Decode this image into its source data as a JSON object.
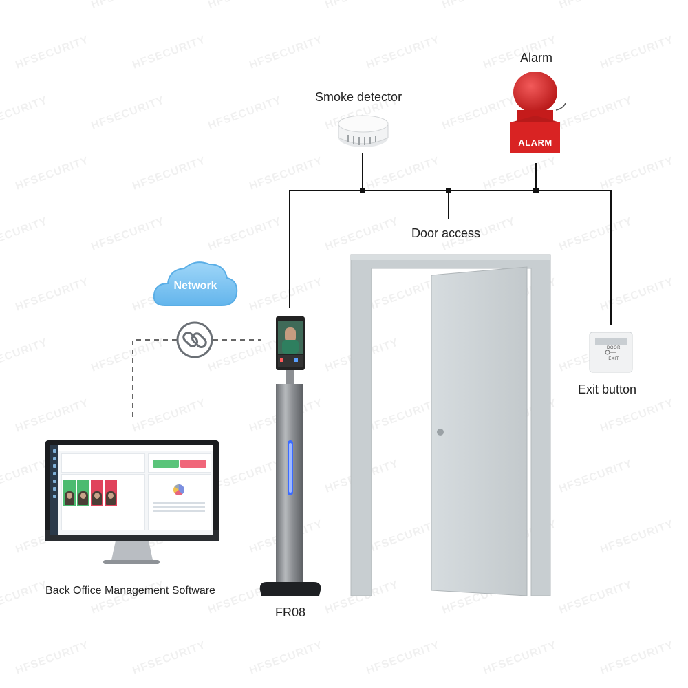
{
  "labels": {
    "alarm": "Alarm",
    "smoke_detector": "Smoke detector",
    "door_access": "Door access",
    "network": "Network",
    "exit_button": "Exit button",
    "back_office": "Back Office Management Software",
    "device": "FR08"
  },
  "device_text": {
    "alarm_sign": "ALARM",
    "exit_button_top": "DOOR",
    "exit_button_bottom": "EXIT"
  },
  "watermark": "HFSECURITY",
  "colors": {
    "line": "#111111",
    "dashed_line": "#666666",
    "cloud": "#7cc4f2",
    "cloud_border": "#5aaee6",
    "alarm_red": "#d92323",
    "door": "#cdd3d6",
    "door_frame": "#c4cacd",
    "led_blue": "#3b6bff"
  },
  "icons": {
    "link": "link-chain-icon",
    "cloud": "cloud-icon",
    "alarm": "alarm-bell-icon",
    "smoke": "smoke-detector-icon",
    "exit": "exit-button-icon"
  }
}
